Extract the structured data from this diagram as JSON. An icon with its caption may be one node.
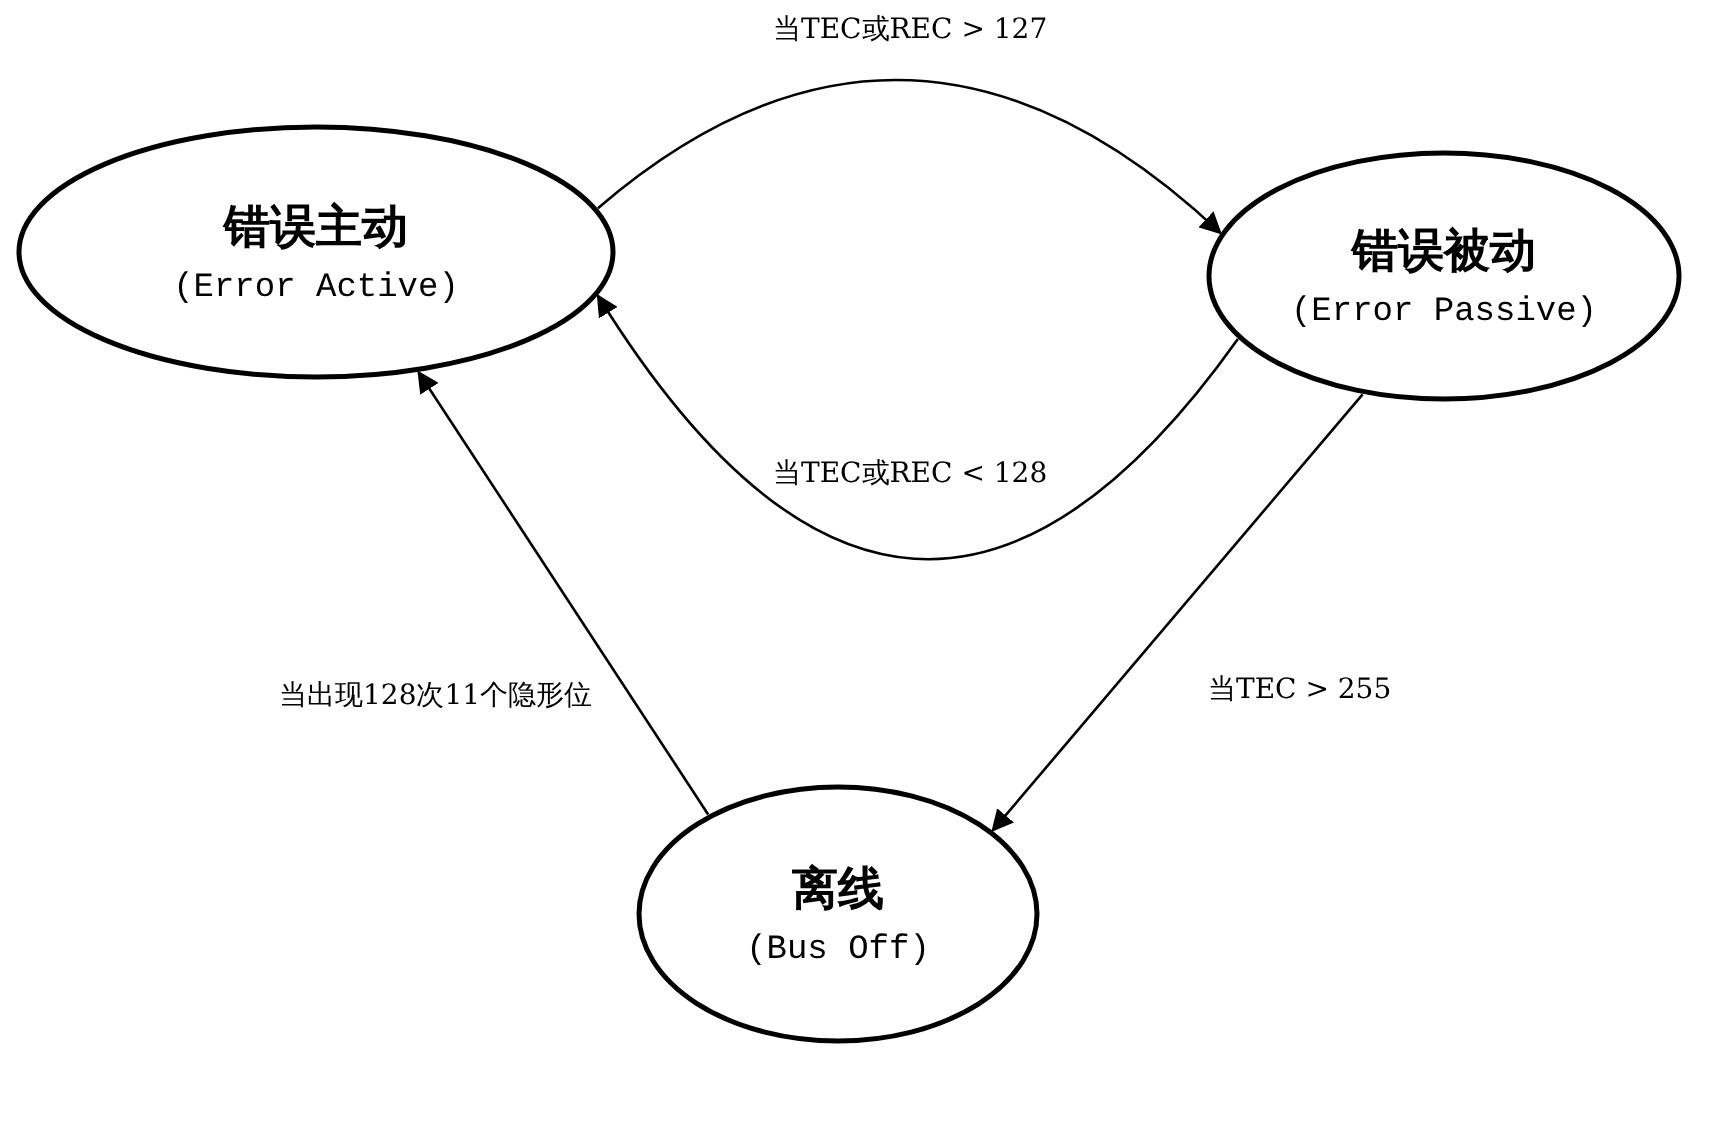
{
  "diagram": {
    "nodes": [
      {
        "text": [
          "错误主动",
          "(Error Active)"
        ]
      },
      {
        "text": [
          "错误被动",
          "(Error Passive)"
        ]
      },
      {
        "text": [
          "离线",
          "(Bus Off)"
        ]
      }
    ],
    "edges": [
      {
        "from": 0,
        "to": 1,
        "arrow": "to",
        "label": "当TEC或REC > 127"
      },
      {
        "from": 1,
        "to": 0,
        "arrow": "to",
        "label": "当TEC或REC < 128"
      },
      {
        "from": 1,
        "to": 2,
        "arrow": "to",
        "label": "当TEC > 255"
      },
      {
        "from": 2,
        "to": 0,
        "arrow": "to",
        "label": "当出现128次11个隐形位"
      }
    ]
  }
}
